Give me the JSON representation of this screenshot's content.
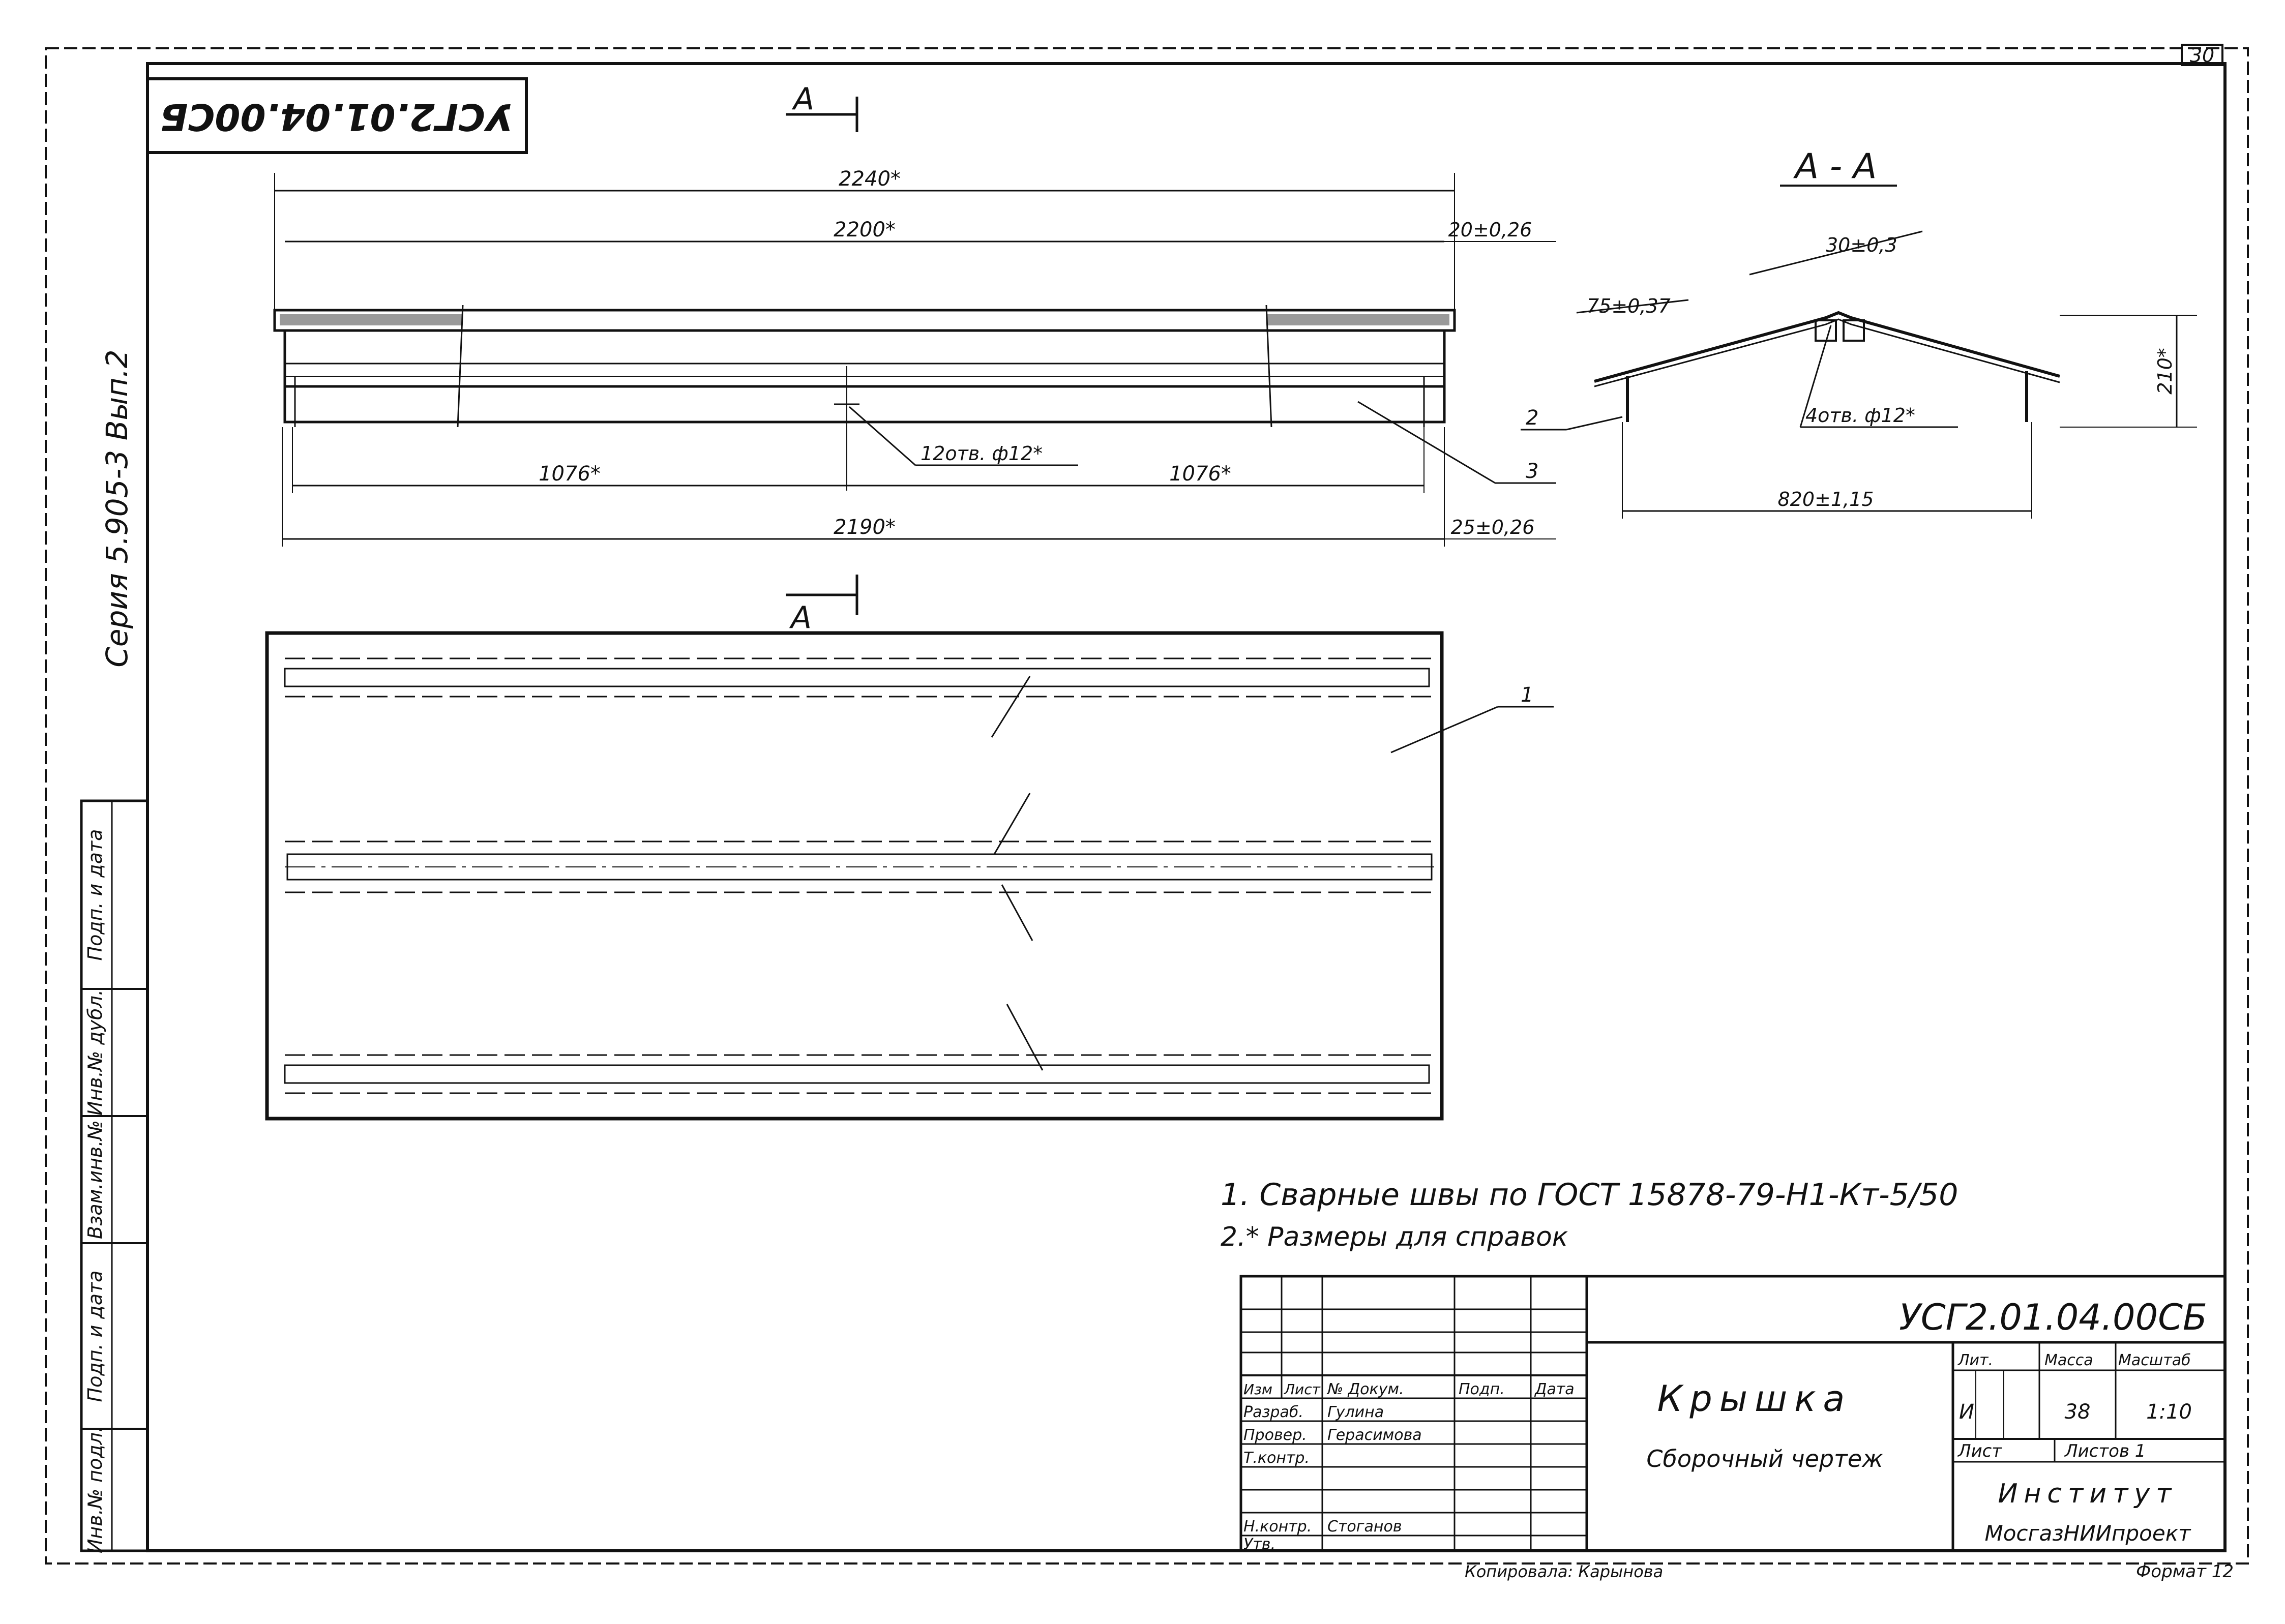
{
  "sheet": {
    "number": "30"
  },
  "stamp_rotated": "УСГ2.01.04.00СБ",
  "series_text": "Серия  5.905-3   Вып.2",
  "side_columns": [
    "Подп. и дата",
    "Инв.№ дубл.",
    "Взам.инв.№",
    "Подп. и дата",
    "Инв.№ подл."
  ],
  "view_top": {
    "section_mark_top": "А",
    "section_mark_bottom": "А",
    "dim_overall": "2240*",
    "dim_inner": "2200*",
    "dim_end_top": "20±0,26",
    "dim_left": "1076*",
    "dim_right": "1076*",
    "dim_holes": "12отв. ф12*",
    "dim_bottom": "2190*",
    "dim_end_bottom": "25±0,26",
    "callout_3": "3",
    "callout_1": "1"
  },
  "section_aa": {
    "title": "А - А",
    "dim_slope": "75±0,37",
    "dim_top": "30±0,3",
    "dim_height": "210*",
    "dim_holes": "4отв. ф12*",
    "dim_width": "820±1,15",
    "callout_2": "2"
  },
  "notes": [
    "1. Сварные  швы  по  ГОСТ  15878-79-Н1-Кт-5/50",
    "2.* Размеры  для   справок"
  ],
  "title_block": {
    "doc_code": "УСГ2.01.04.00СБ",
    "name": "Крышка",
    "subtitle": "Сборочный   чертеж",
    "headers": {
      "izm": "Изм",
      "list": "Лист",
      "doc": "№ Докум.",
      "sign": "Подп.",
      "date": "Дата"
    },
    "roles": [
      {
        "role": "Разраб.",
        "name": "Гулина"
      },
      {
        "role": "Провер.",
        "name": "Герасимова"
      },
      {
        "role": "Т.контр.",
        "name": ""
      },
      {
        "role": "Н.контр.",
        "name": "Стоганов"
      },
      {
        "role": "Утв.",
        "name": ""
      }
    ],
    "lit_label": "Лит.",
    "mass_label": "Масса",
    "scale_label": "Масштаб",
    "lit_value": "И",
    "mass_value": "38",
    "scale_value": "1:10",
    "sheet_label": "Лист",
    "sheets_label": "Листов 1",
    "org_line1": "Институт",
    "org_line2": "МосгазНИИпроект",
    "copied_by": "Копировала: Карынова",
    "format": "Формат 12"
  }
}
